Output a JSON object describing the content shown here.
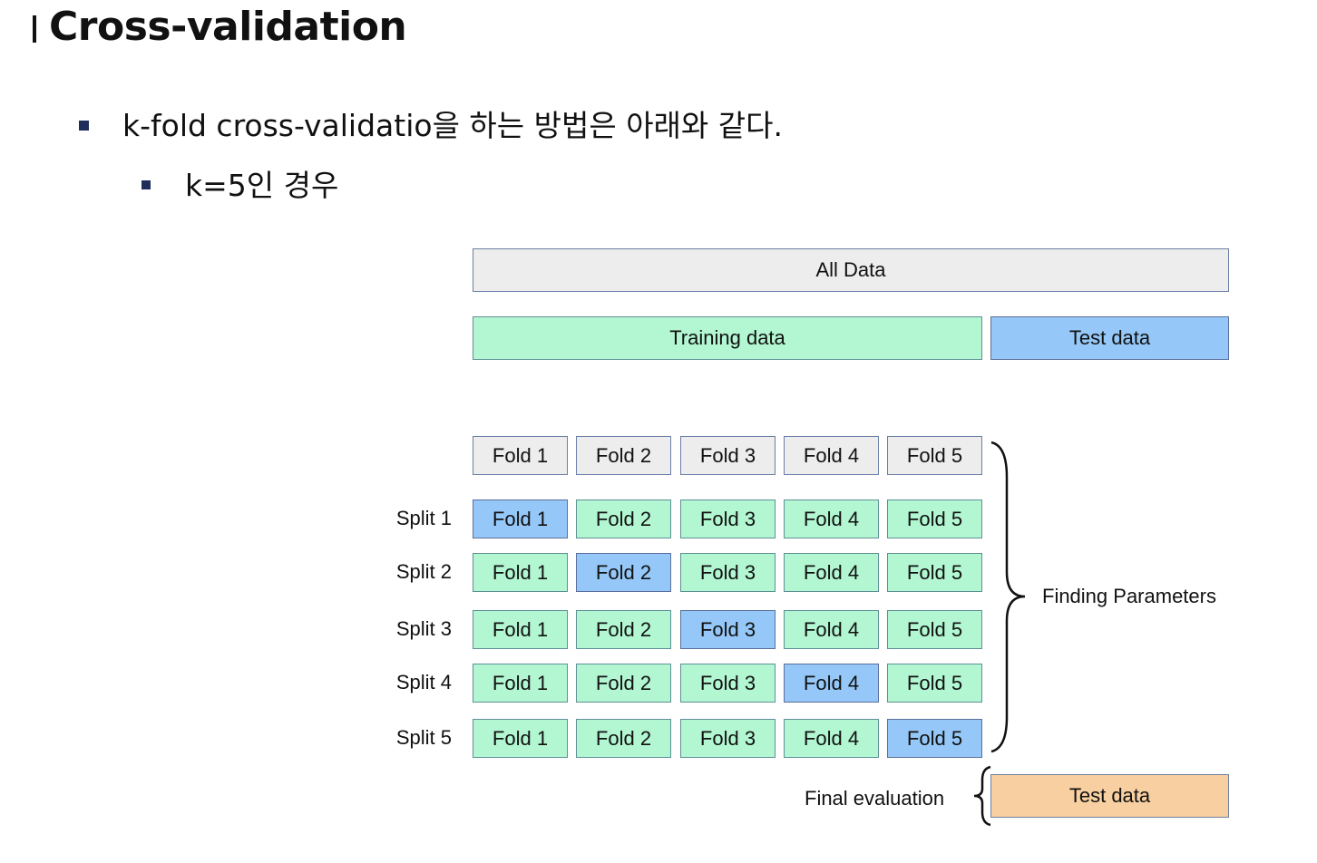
{
  "slide": {
    "title": "Cross-validation",
    "bullets": [
      "k-fold cross-validatio을 하는 방법은 아래와 같다.",
      "k=5인 경우"
    ]
  },
  "diagram": {
    "all_data": "All Data",
    "training_data": "Training data",
    "test_data": "Test data",
    "header_folds": [
      "Fold 1",
      "Fold 2",
      "Fold 3",
      "Fold 4",
      "Fold 5"
    ],
    "splits": [
      {
        "label": "Split 1",
        "test_fold": 1,
        "folds": [
          "Fold 1",
          "Fold 2",
          "Fold 3",
          "Fold 4",
          "Fold 5"
        ]
      },
      {
        "label": "Split 2",
        "test_fold": 2,
        "folds": [
          "Fold 1",
          "Fold 2",
          "Fold 3",
          "Fold 4",
          "Fold 5"
        ]
      },
      {
        "label": "Split 3",
        "test_fold": 3,
        "folds": [
          "Fold 1",
          "Fold 2",
          "Fold 3",
          "Fold 4",
          "Fold 5"
        ]
      },
      {
        "label": "Split 4",
        "test_fold": 4,
        "folds": [
          "Fold 1",
          "Fold 2",
          "Fold 3",
          "Fold 4",
          "Fold 5"
        ]
      },
      {
        "label": "Split 5",
        "test_fold": 5,
        "folds": [
          "Fold 1",
          "Fold 2",
          "Fold 3",
          "Fold 4",
          "Fold 5"
        ]
      }
    ],
    "finding_parameters": "Finding Parameters",
    "final_evaluation": "Final evaluation",
    "final_test_data": "Test data"
  },
  "colors": {
    "all_data": "#ededed",
    "training": "#b2f7d2",
    "test": "#95c8f8",
    "final_test": "#f8cfa0",
    "bullet": "#1f2d5a"
  }
}
